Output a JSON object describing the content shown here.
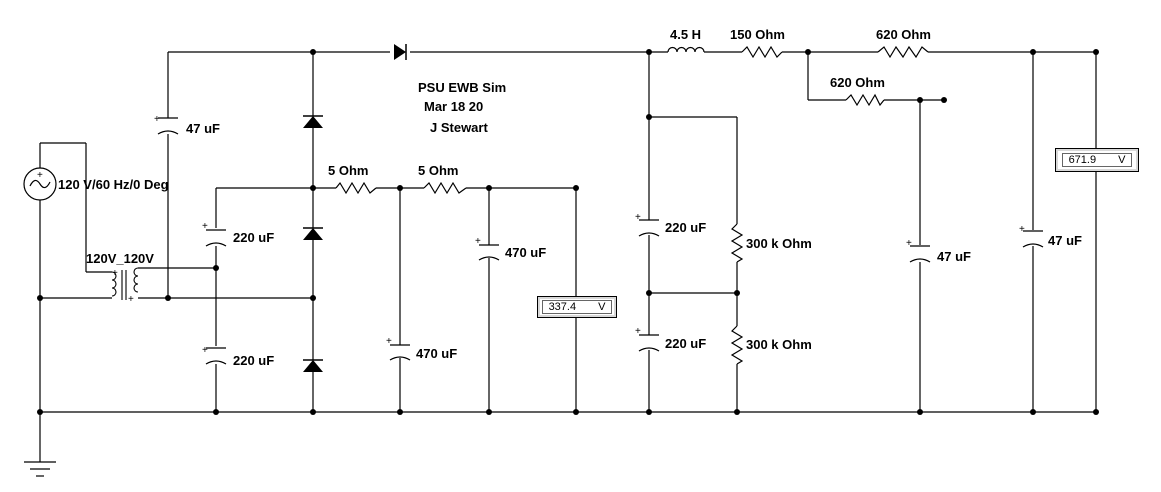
{
  "header": {
    "title": "PSU EWB Sim",
    "date": "Mar 18 20",
    "author": "J Stewart"
  },
  "source": {
    "label": "120 V/60 Hz/0 Deg"
  },
  "transformer": {
    "label": "120V_120V"
  },
  "components": {
    "c_47uf_top": "47 uF",
    "c_220uf_upper_left": "220 uF",
    "c_220uf_lower_left": "220 uF",
    "r_5ohm_a": "5  Ohm",
    "r_5ohm_b": "5  Ohm",
    "c_470uf_mid": "470 uF",
    "c_470uf_bottom": "470 uF",
    "l_choke": "4.5 H",
    "r_150ohm": "150  Ohm",
    "r_620ohm_top": "620  Ohm",
    "r_620ohm_branch": "620  Ohm",
    "c_220uf_upper_right": "220 uF",
    "c_220uf_lower_right": "220 uF",
    "r_300k_upper": "300 k Ohm",
    "r_300k_lower": "300 k Ohm",
    "c_47uf_mid_right": "47 uF",
    "c_47uf_far_right": "47 uF"
  },
  "meters": {
    "left": {
      "value": "337.4",
      "unit": "V"
    },
    "right": {
      "value": "671.9",
      "unit": "V"
    }
  },
  "polarity": {
    "plus": "+"
  }
}
